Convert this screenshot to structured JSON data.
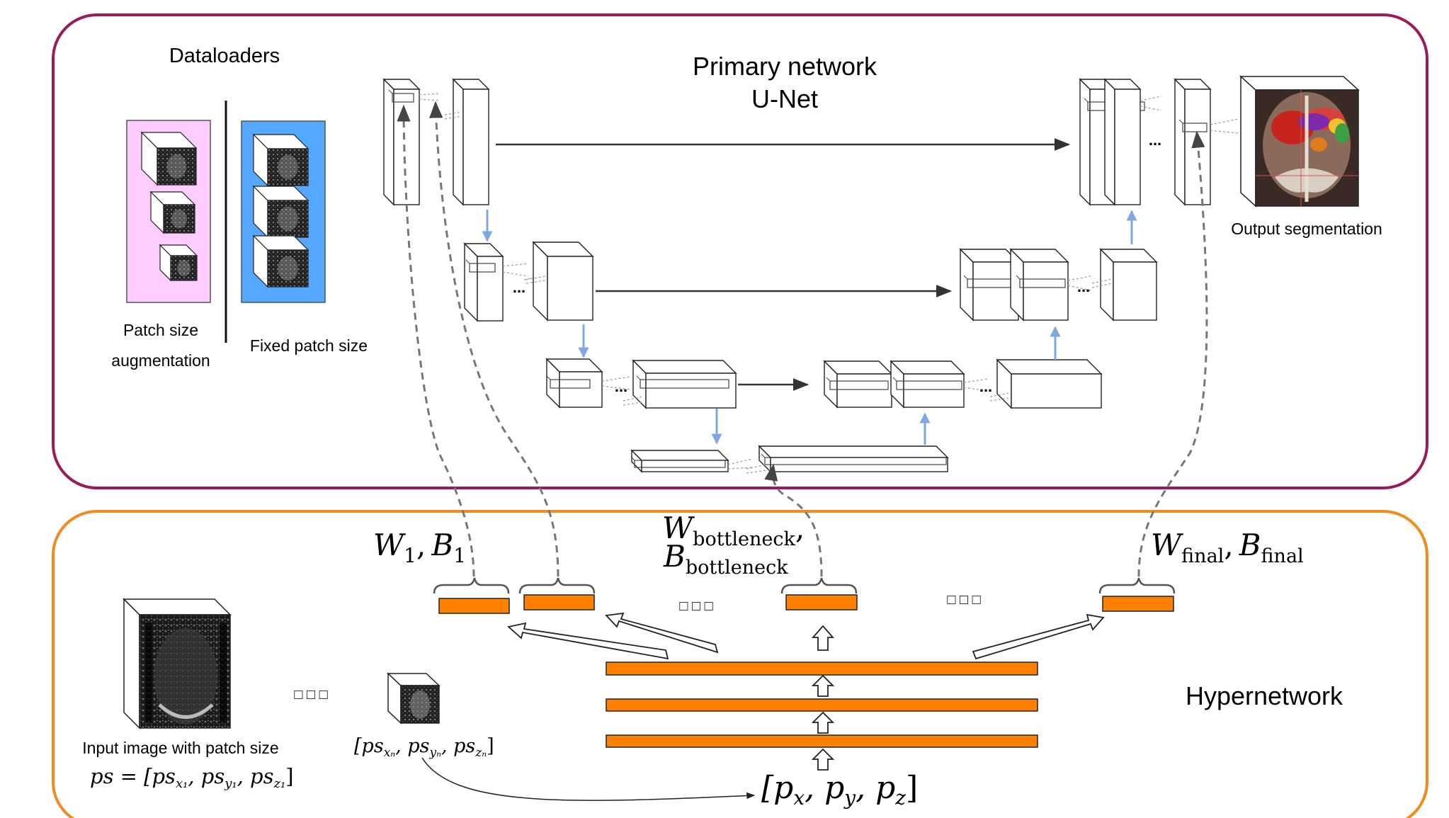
{
  "colors": {
    "primary_frame": "#9b1b5a",
    "hyper_frame": "#f08c1e",
    "orange_bar": "#ff8000",
    "pink_panel": "#ffccff",
    "blue_panel": "#55a8ff",
    "blue_arrow": "#7fa8dc",
    "dark_arrow": "#333333",
    "dashed": "#777777"
  },
  "dataloaders": {
    "title": "Dataloaders",
    "left_label_line1": "Patch size",
    "left_label_line2": "augmentation",
    "right_label": "Fixed patch size"
  },
  "primary": {
    "title_line1": "Primary network",
    "title_line2": "U-Net",
    "output_label": "Output segmentation",
    "ellipsis": "..."
  },
  "hyper": {
    "title": "Hypernetwork",
    "w1_main": "W",
    "w1_sub": "1",
    "b1_main": "B",
    "b1_sub": "1",
    "wb_main": "W",
    "wb_sub": "bottleneck",
    "bb_main": "B",
    "bb_sub": "bottleneck",
    "wf_main": "W",
    "wf_sub": "final",
    "bf_main": "B",
    "bf_sub": "final",
    "comma": ",",
    "dots": "□  □  □",
    "input_label": "Input image with patch size",
    "ps_formula": "ps = [ps",
    "ps_sub_x": "x₁",
    "ps_sep1": ", ps",
    "ps_sub_y": "y₁",
    "ps_sep2": ", ps",
    "ps_sub_z": "z₁",
    "ps_end": "]",
    "psn_open": "[ps",
    "psn_sub_x": "xₙ",
    "psn_sep1": ", ps",
    "psn_sub_y": "yₙ",
    "psn_sep2": ", ps",
    "psn_sub_z": "zₙ",
    "psn_end": "]",
    "p_open": "[p",
    "p_sub_x": "x",
    "p_sep1": ", p",
    "p_sub_y": "y",
    "p_sep2": ", p",
    "p_sub_z": "z",
    "p_end": "]"
  }
}
